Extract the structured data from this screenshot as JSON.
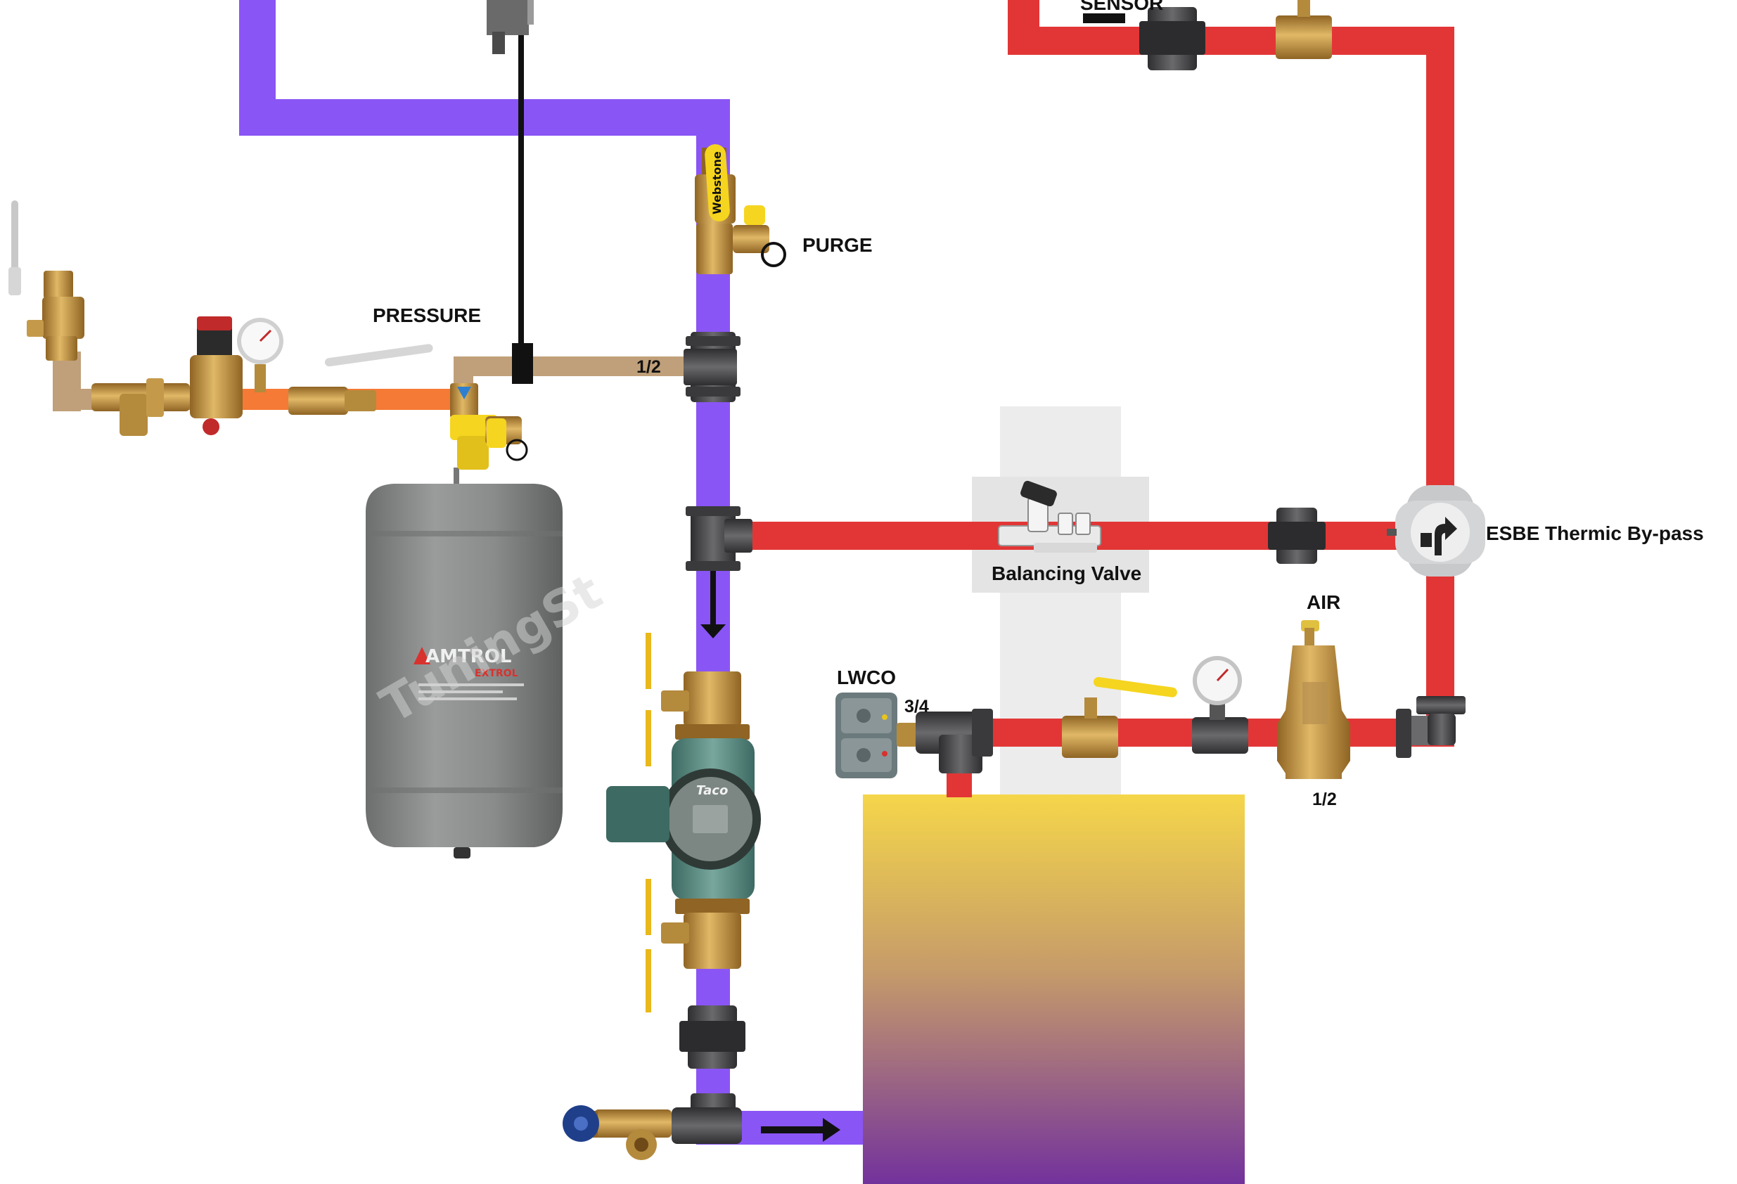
{
  "labels": {
    "sensor": "SENSOR",
    "purge": "PURGE",
    "pressure": "PRESSURE",
    "half_inch_pressure": "1/2",
    "esbe": "ESBE Thermic By-pass",
    "balancing_valve": "Balancing Valve",
    "air": "AIR",
    "lwco": "LWCO",
    "three_quarter": "3/4",
    "half_inch_air": "1/2"
  },
  "brands": {
    "tank": "AMTROL",
    "tank_sub": "EXTROL",
    "valve": "Webstone",
    "pump": "Taco",
    "watermark": "TuningSt"
  },
  "colors": {
    "supply_pipe": "#e23636",
    "return_pipe": "#8a55f5",
    "fill_pipe": "#f47a35",
    "tank_line": "#c0a07a",
    "boiler_top": "#f5d64a",
    "boiler_bottom": "#6f2e9e",
    "expansion_tank": "#8b8d8d",
    "brass": "#c89a45",
    "iron": "#4c4c4e"
  }
}
